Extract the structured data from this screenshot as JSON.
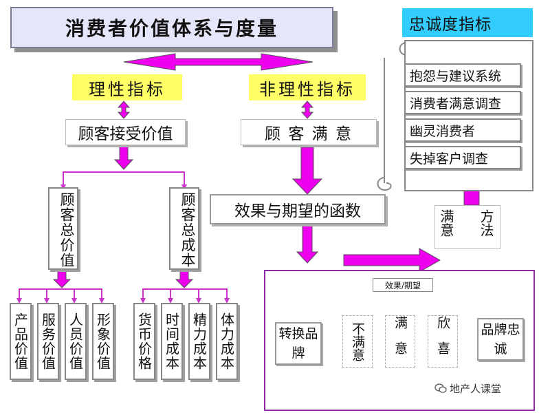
{
  "title": "消费者价值体系与度量",
  "rational_indicator": "理性指标",
  "irrational_indicator": "非理性指标",
  "customer_accepted_value": "顾客接受价值",
  "customer_satisfaction": "顾 客 满 意",
  "total_value": "顾客总价值",
  "total_cost": "顾客总成本",
  "value_leaves": [
    "产品价值",
    "服务价值",
    "人员价值",
    "形象价值"
  ],
  "cost_leaves": [
    "货币价格",
    "时间成本",
    "精力成本",
    "体力成本"
  ],
  "function_box": "效果与期望的函数",
  "loyalty_title": "忠诚度指标",
  "loyalty_items": [
    "抱怨与建议系统",
    "消费者满意调查",
    "幽灵消费者",
    "失掉客户调查"
  ],
  "method_left": "满意",
  "method_right": "方法",
  "effect_label": "效果/期望",
  "switch_brand": "转换品牌",
  "levels": [
    "不满意",
    "满意",
    "欣喜"
  ],
  "brand_loyalty": "品牌忠诚",
  "watermark": "地产人课堂",
  "colors": {
    "arrow": "#ee00ee",
    "yellow": "#ffff66",
    "cyan": "#33ccff",
    "title_bg": "#e6e6fa"
  }
}
